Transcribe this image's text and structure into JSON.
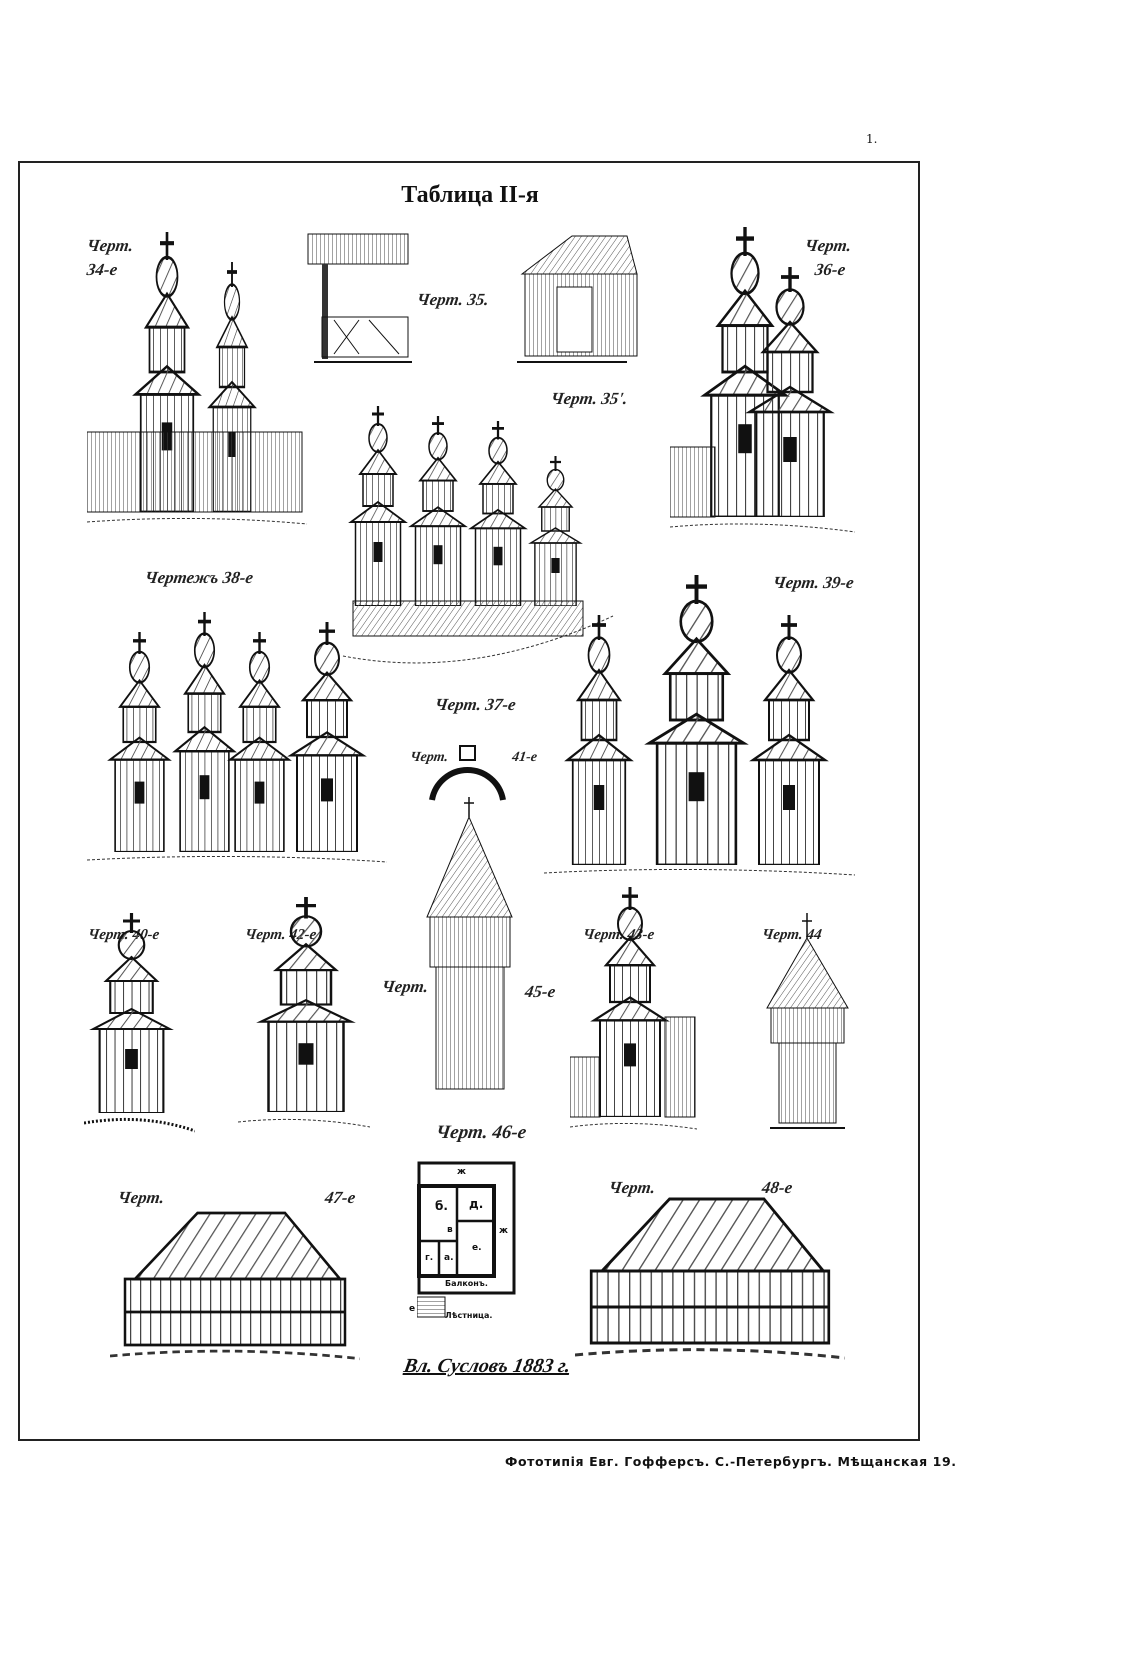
{
  "page_mark": "1.",
  "title": "Таблица II-я",
  "figures": {
    "f34": {
      "label_a": "Черт.",
      "label_b": "34-е"
    },
    "f35": {
      "label": "Черт. 35."
    },
    "f35b": {
      "label": "Черт. 35'."
    },
    "f36": {
      "label_a": "Черт.",
      "label_b": "36-е"
    },
    "f37": {
      "label": "Черт. 37-е"
    },
    "f38": {
      "label": "Чертежъ 38-е"
    },
    "f39": {
      "label": "Черт. 39-е"
    },
    "f40": {
      "label": "Черт. 40-е"
    },
    "f41": {
      "label_a": "Черт.",
      "label_b": "41-е"
    },
    "f42": {
      "label": "Черт. 42-е"
    },
    "f43": {
      "label": "Черт. 43-е"
    },
    "f44": {
      "label": "Черт. 44"
    },
    "f45": {
      "label_a": "Черт.",
      "label_b": "45-е"
    },
    "f46": {
      "label": "Черт. 46-е",
      "plan": {
        "north": "ж",
        "east": "ж",
        "rooms": [
          "б.",
          "д.",
          "в",
          "г.",
          "а.",
          "е."
        ],
        "balcony": "Балконъ.",
        "stairs": "Лѣстница.",
        "stairs_mark": "е"
      }
    },
    "f47": {
      "label_a": "Черт.",
      "label_b": "47-е"
    },
    "f48": {
      "label_a": "Черт.",
      "label_b": "48-е"
    }
  },
  "signature": "Вл. Сусловъ 1883 г.",
  "footer": "Фототипія Евг. Гофферсъ. С.-Петербургъ. Мѣщанская 19."
}
